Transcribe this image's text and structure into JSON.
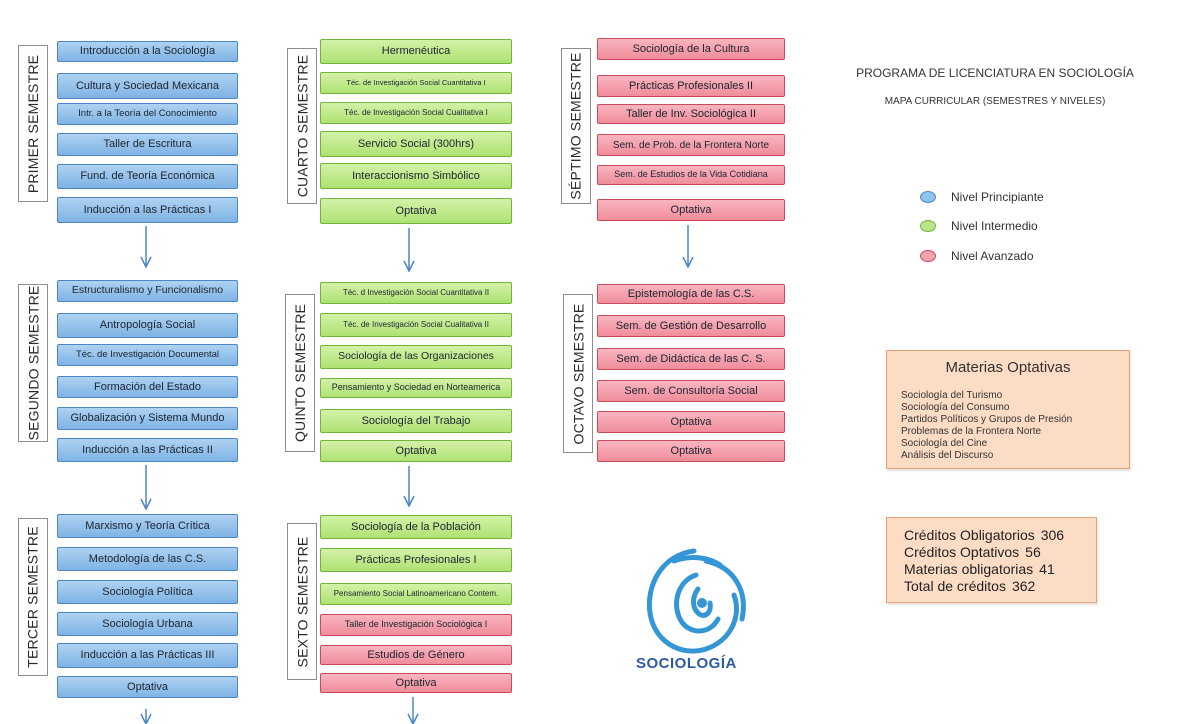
{
  "header": {
    "title": "PROGRAMA DE LICENCIATURA EN SOCIOLOGÍA",
    "subtitle": "MAPA CURRICULAR (SEMESTRES Y NIVELES)"
  },
  "legend": [
    {
      "label": "Nivel Principiante",
      "color": "#8fc4ee"
    },
    {
      "label": "Nivel Intermedio",
      "color": "#b9e58a"
    },
    {
      "label": "Nivel Avanzado",
      "color": "#f3a2ae"
    }
  ],
  "semesters": [
    {
      "label": "PRIMER SEMESTRE",
      "courses": [
        {
          "name": "Introducción a la Sociología",
          "level": "beginner"
        },
        {
          "name": "Cultura y Sociedad Mexicana",
          "level": "beginner"
        },
        {
          "name": "Intr. a la Teoría del Conocimiento",
          "level": "beginner"
        },
        {
          "name": "Taller de Escritura",
          "level": "beginner"
        },
        {
          "name": "Fund. de Teoría Económica",
          "level": "beginner"
        },
        {
          "name": "Inducción a las Prácticas I",
          "level": "beginner"
        }
      ]
    },
    {
      "label": "SEGUNDO SEMESTRE",
      "courses": [
        {
          "name": "Estructuralismo y Funcionalismo",
          "level": "beginner"
        },
        {
          "name": "Antropología Social",
          "level": "beginner"
        },
        {
          "name": "Téc. de Investigación  Documental",
          "level": "beginner"
        },
        {
          "name": "Formación del Estado",
          "level": "beginner"
        },
        {
          "name": "Globalización y Sistema Mundo",
          "level": "beginner"
        },
        {
          "name": "Inducción a las Prácticas II",
          "level": "beginner"
        }
      ]
    },
    {
      "label": "TERCER SEMESTRE",
      "courses": [
        {
          "name": "Marxismo y Teoría Crítica",
          "level": "beginner"
        },
        {
          "name": "Metodología de las C.S.",
          "level": "beginner"
        },
        {
          "name": "Sociología Política",
          "level": "beginner"
        },
        {
          "name": "Sociología Urbana",
          "level": "beginner"
        },
        {
          "name": "Inducción a las Prácticas III",
          "level": "beginner"
        },
        {
          "name": "Optativa",
          "level": "beginner"
        }
      ]
    },
    {
      "label": "CUARTO SEMESTRE",
      "courses": [
        {
          "name": "Hermenéutica",
          "level": "intermediate"
        },
        {
          "name": "Téc. de Investigación Social Cuantitativa  I",
          "level": "intermediate"
        },
        {
          "name": "Téc. de Investigación Social Cualitativa I",
          "level": "intermediate"
        },
        {
          "name": "Servicio Social (300hrs)",
          "level": "intermediate"
        },
        {
          "name": "Interaccionismo Simbólico",
          "level": "intermediate"
        },
        {
          "name": "Optativa",
          "level": "intermediate"
        }
      ]
    },
    {
      "label": "QUINTO SEMESTRE",
      "courses": [
        {
          "name": "Téc. d Investigación Social Cuantitativa II",
          "level": "intermediate"
        },
        {
          "name": "Téc. de Investigación Social Cualitativa II",
          "level": "intermediate"
        },
        {
          "name": "Sociología de las Organizaciones",
          "level": "intermediate"
        },
        {
          "name": "Pensamiento y Sociedad en Norteamerica",
          "level": "intermediate"
        },
        {
          "name": "Sociología del Trabajo",
          "level": "intermediate"
        },
        {
          "name": "Optativa",
          "level": "intermediate"
        }
      ]
    },
    {
      "label": "SEXTO SEMESTRE",
      "courses": [
        {
          "name": "Sociología de la Población",
          "level": "intermediate"
        },
        {
          "name": "Prácticas Profesionales I",
          "level": "intermediate"
        },
        {
          "name": "Pensamiento Social Latinoamericano Contem.",
          "level": "intermediate"
        },
        {
          "name": "Taller de Investigación Sociológica I",
          "level": "advanced"
        },
        {
          "name": "Estudios de Género",
          "level": "advanced"
        },
        {
          "name": "Optativa",
          "level": "advanced"
        }
      ]
    },
    {
      "label": "SÉPTIMO SEMESTRE",
      "courses": [
        {
          "name": "Sociología de la Cultura",
          "level": "advanced"
        },
        {
          "name": "Prácticas Profesionales II",
          "level": "advanced"
        },
        {
          "name": "Taller de Inv. Sociológica II",
          "level": "advanced"
        },
        {
          "name": "Sem. de Prob. de la Frontera Norte",
          "level": "advanced"
        },
        {
          "name": "Sem. de Estudios de la Vida Cotidiana",
          "level": "advanced"
        },
        {
          "name": "Optativa",
          "level": "advanced"
        }
      ]
    },
    {
      "label": "OCTAVO SEMESTRE",
      "courses": [
        {
          "name": "Epistemología de las C.S.",
          "level": "advanced"
        },
        {
          "name": "Sem. de Gestión de Desarrollo",
          "level": "advanced"
        },
        {
          "name": "Sem. de Didáctica de las C. S.",
          "level": "advanced"
        },
        {
          "name": "Sem.  de Consultoría Social",
          "level": "advanced"
        },
        {
          "name": "Optativa",
          "level": "advanced"
        },
        {
          "name": "Optativa",
          "level": "advanced"
        }
      ]
    }
  ],
  "electives": {
    "title": "Materias Optativas",
    "items": [
      "Sociología del Turismo",
      "Sociología del Consumo",
      "Partidos Políticos y Grupos de Presión",
      "Problemas de la Frontera Norte",
      "Sociología del Cine",
      "Análisis del Discurso"
    ]
  },
  "credits": [
    {
      "label": "Créditos Obligatorios",
      "value": "306"
    },
    {
      "label": "Créditos Optativos",
      "value": "56"
    },
    {
      "label": "Materias obligatorias",
      "value": "41"
    },
    {
      "label": "Total de créditos",
      "value": "362"
    }
  ],
  "logo": {
    "text": "SOCIOLOGÍA"
  }
}
